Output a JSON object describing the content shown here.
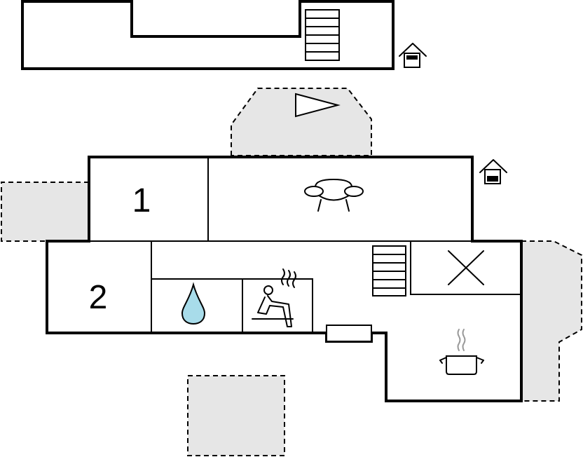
{
  "rooms": [
    {
      "label": "1",
      "type": "bedroom"
    },
    {
      "label": "2",
      "type": "bedroom"
    }
  ],
  "icons": [
    "stairs-icon",
    "entrance-icon",
    "direction-arrow-icon",
    "sofa-icon",
    "bathroom-water-drop-icon",
    "sauna-icon",
    "open-space-x-icon",
    "kitchen-pot-icon",
    "fireplace-icon"
  ],
  "colors": {
    "terrace": "#e6e6e6",
    "wall": "#000000",
    "water": "#a8dcea"
  }
}
